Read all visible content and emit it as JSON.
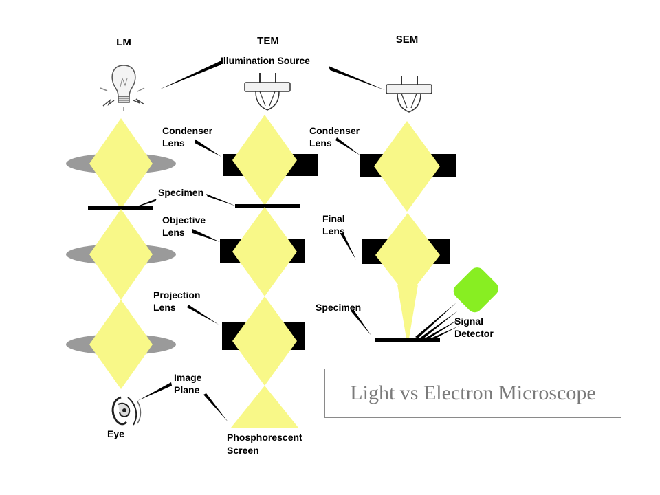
{
  "columns": {
    "lm": "LM",
    "tem": "TEM",
    "sem": "SEM"
  },
  "labels": {
    "illumination_source": "Illumination Source",
    "tem_condenser_1": "Condenser",
    "tem_condenser_2": "Lens",
    "sem_condenser_1": "Condenser",
    "sem_condenser_2": "Lens",
    "specimen_tem": "Specimen",
    "objective_1": "Objective",
    "objective_2": "Lens",
    "final_1": "Final",
    "final_2": "Lens",
    "projection_1": "Projection",
    "projection_2": "Lens",
    "specimen_sem": "Specimen",
    "signal_1": "Signal",
    "signal_2": "Detector",
    "image_plane_1": "Image",
    "image_plane_2": "Plane",
    "eye": "Eye",
    "phosphorescent_1": "Phosphorescent",
    "phosphorescent_2": "Screen"
  },
  "caption": "Light vs Electron Microscope",
  "colors": {
    "beam": "#f8f888",
    "lens_glass": "#9a9a9a",
    "magnetic_lens": "#000000",
    "detector": "#88ee22",
    "caption_text": "#7a7a7a"
  }
}
